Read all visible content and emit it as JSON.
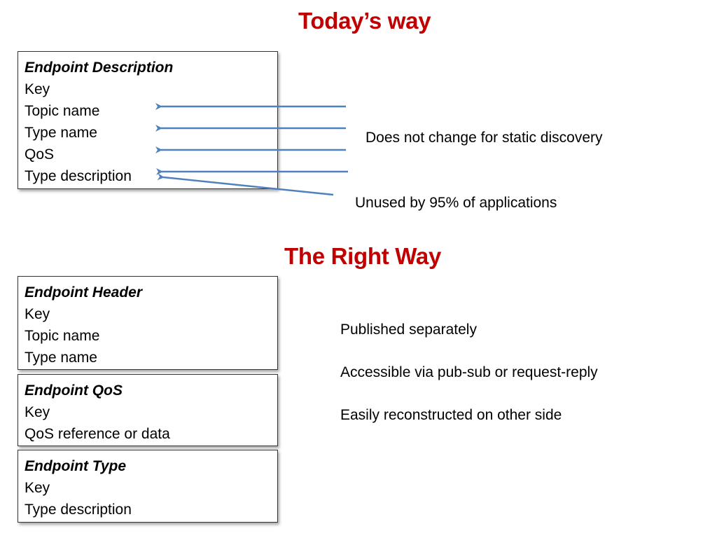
{
  "colors": {
    "heading": "#c00000",
    "arrow": "#4f81bd",
    "text": "#000000"
  },
  "headings": {
    "todays_way": "Today’s way",
    "right_way": "The Right Way"
  },
  "boxes": {
    "endpoint_description": {
      "title": "Endpoint Description",
      "lines": [
        "Key",
        "Topic name",
        "Type name",
        "QoS",
        "Type description"
      ]
    },
    "endpoint_header": {
      "title": "Endpoint Header",
      "lines": [
        "Key",
        "Topic name",
        "Type name"
      ]
    },
    "endpoint_qos": {
      "title": "Endpoint QoS",
      "lines": [
        "Key",
        "QoS reference or data"
      ]
    },
    "endpoint_type": {
      "title": "Endpoint Type",
      "lines": [
        "Key",
        "Type description"
      ]
    }
  },
  "notes": {
    "static_discovery": "Does not change for static discovery",
    "unused": "Unused by 95% of applications",
    "published": "Published separately",
    "accessible": "Accessible via pub-sub or request-reply",
    "reconstructed": "Easily reconstructed on other side"
  }
}
